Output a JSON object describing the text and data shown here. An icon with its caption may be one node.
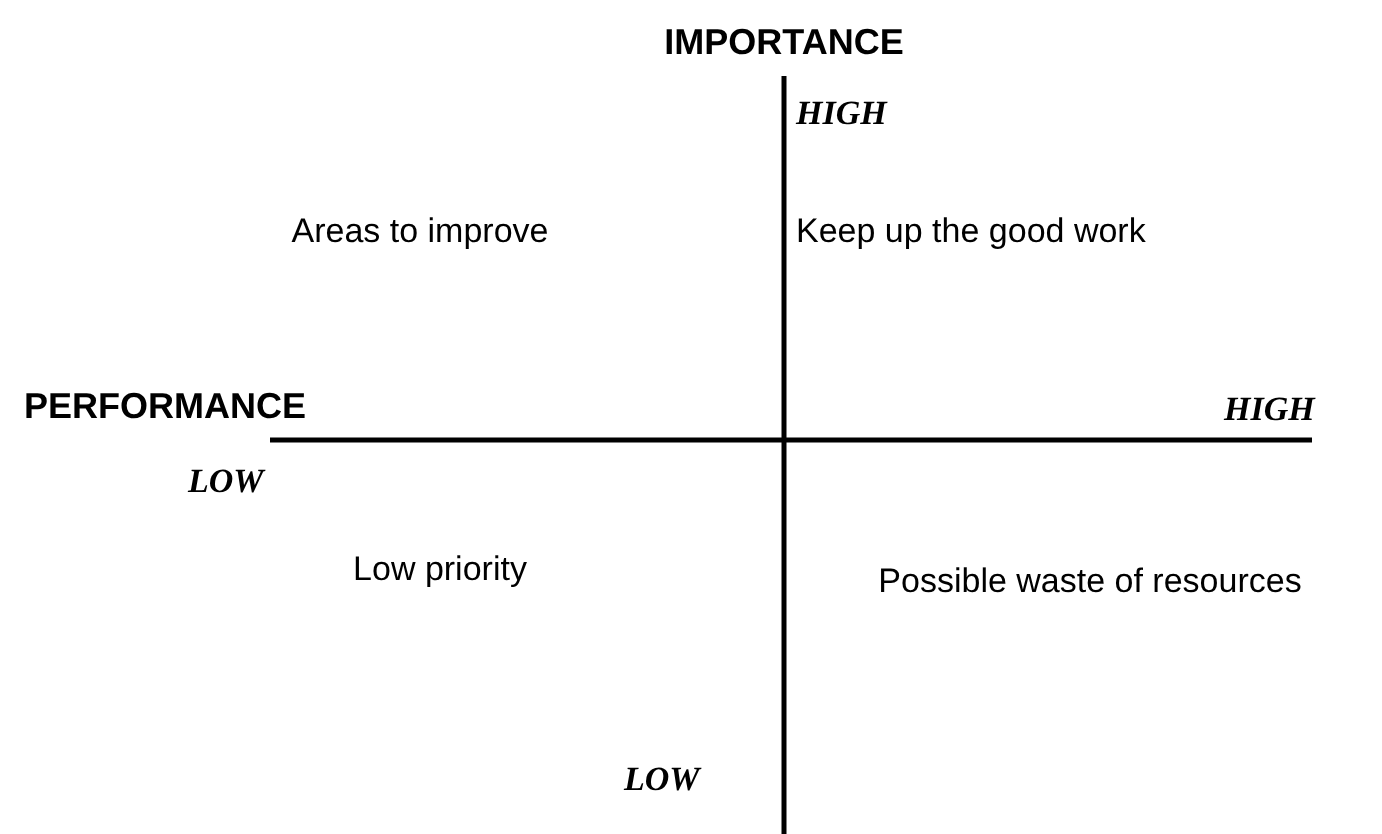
{
  "diagram": {
    "labels": [
      "IMPORTANCE",
      "HIGH",
      "Areas to improve",
      "Keep up the good work",
      "PERFORMANCE",
      "HIGH",
      "LOW",
      "Low priority",
      "Possible waste of resources",
      "LOW"
    ]
  }
}
